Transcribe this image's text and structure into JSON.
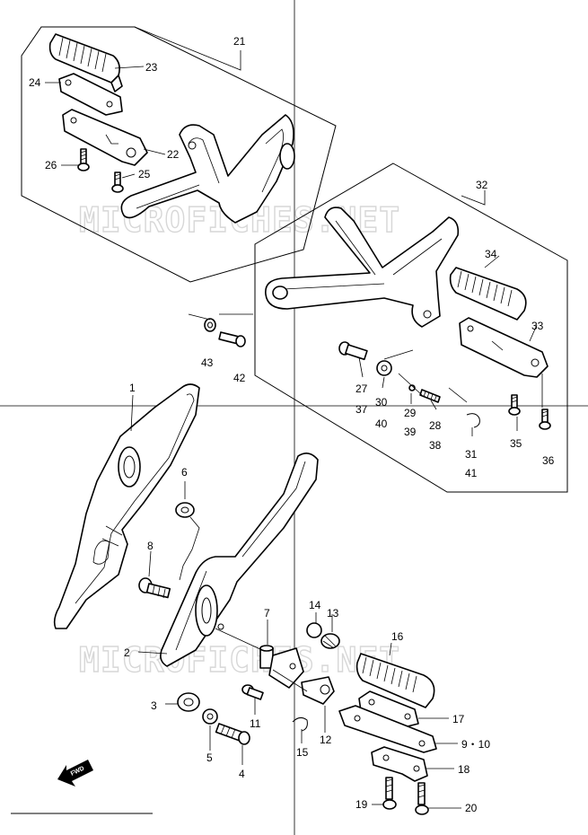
{
  "watermark": "MICROFICHES.NET",
  "fwd_label": "FWD",
  "labels": {
    "l1": "1",
    "l2": "2",
    "l3": "3",
    "l4": "4",
    "l5": "5",
    "l6": "6",
    "l7": "7",
    "l8": "8",
    "l9_10": "9・10",
    "l11": "11",
    "l12": "12",
    "l13": "13",
    "l14": "14",
    "l15": "15",
    "l16": "16",
    "l17": "17",
    "l18": "18",
    "l19": "19",
    "l20": "20",
    "l21": "21",
    "l22": "22",
    "l23": "23",
    "l24": "24",
    "l25": "25",
    "l26": "26",
    "l27": "27",
    "l37": "37",
    "l28": "28",
    "l38": "38",
    "l29": "29",
    "l39": "39",
    "l30": "30",
    "l40": "40",
    "l31": "31",
    "l41": "41",
    "l32": "32",
    "l33": "33",
    "l34": "34",
    "l35": "35",
    "l36": "36",
    "l42": "42",
    "l43": "43"
  }
}
